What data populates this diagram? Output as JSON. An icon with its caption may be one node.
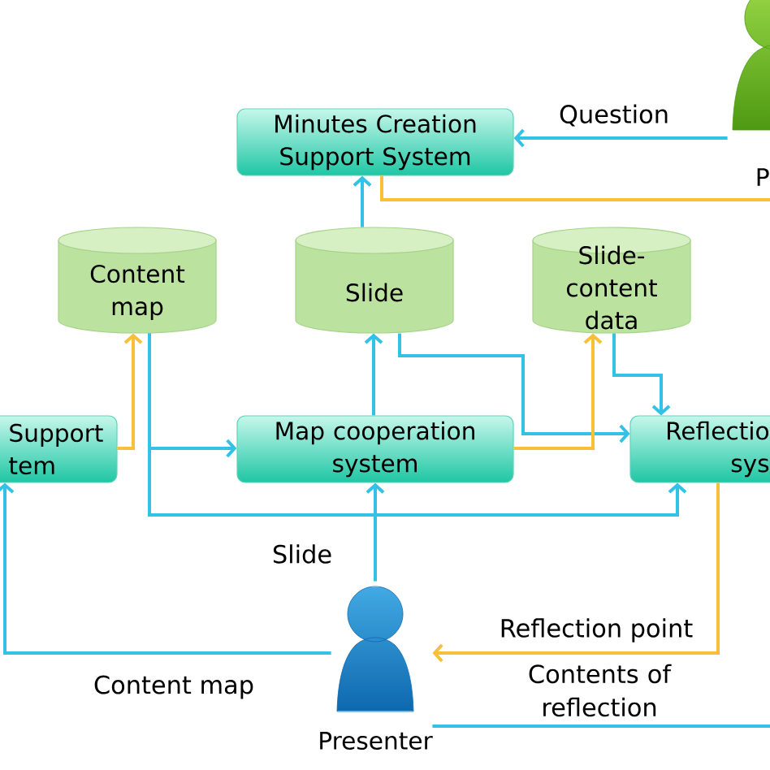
{
  "diagram": {
    "nodes": [
      {
        "text": [
          "Minutes Creation Support System"
        ]
      },
      {
        "text": [
          "P"
        ]
      },
      {
        "text": [
          "Content map"
        ]
      },
      {
        "text": [
          "Slide"
        ]
      },
      {
        "text": [
          "Slide-content data"
        ]
      },
      {
        "text": [
          "Support tem"
        ]
      },
      {
        "text": [
          "Map cooperation system"
        ]
      },
      {
        "text": [
          "Reflectio sys"
        ]
      },
      {
        "text": [
          "Presenter"
        ]
      }
    ],
    "edges": [
      {
        "from": 1,
        "to": 0,
        "arrow": "to",
        "label": "Question"
      },
      {
        "from": 0,
        "to": 1,
        "arrow": "none",
        "color": "#f7bf3a"
      },
      {
        "from": 3,
        "to": 0,
        "arrow": "to"
      },
      {
        "from": 5,
        "to": 2,
        "arrow": "to",
        "color": "#f7bf3a"
      },
      {
        "from": 2,
        "to": 6,
        "arrow": "to"
      },
      {
        "from": 2,
        "to": 7,
        "arrow": "to"
      },
      {
        "from": 6,
        "to": 3,
        "arrow": "to"
      },
      {
        "from": 3,
        "to": 7,
        "arrow": "to"
      },
      {
        "from": 6,
        "to": 4,
        "arrow": "to",
        "color": "#f7bf3a"
      },
      {
        "from": 4,
        "to": 7,
        "arrow": "to"
      },
      {
        "from": 8,
        "to": 6,
        "arrow": "to",
        "label": "Slide"
      },
      {
        "from": 8,
        "to": 5,
        "arrow": "to",
        "label": "Content map"
      },
      {
        "from": 7,
        "to": 8,
        "arrow": "to",
        "color": "#f7bf3a",
        "label": "Reflection point"
      },
      {
        "from": 8,
        "to": null,
        "arrow": "none",
        "label": "Contents of reflection"
      }
    ]
  }
}
